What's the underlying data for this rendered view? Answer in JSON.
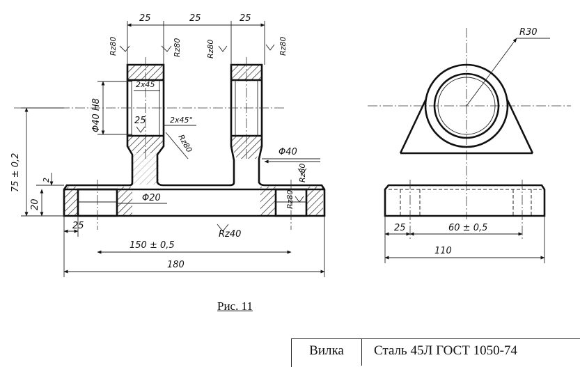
{
  "front_view": {
    "dims_top": [
      "25",
      "25",
      "25"
    ],
    "roughness_top": [
      "Rz80",
      "Rz80",
      "Rz80",
      "Rz80"
    ],
    "bore": "Φ40 H8",
    "chamfer_top": "2x45",
    "chamfer_mid": "2x45°",
    "inner_25": "25",
    "roughness_bore": "Rz80",
    "phi40": "Φ40",
    "roughness_right": "Rz80",
    "roughness_right2": "Rz80",
    "height_total": "75 ± 0,2",
    "height_base": "20",
    "height_step": "2",
    "phi20": "Φ20",
    "roughness_bottom": "Rz40",
    "dim_left_25": "25",
    "dim_150": "150 ± 0,5",
    "dim_180": "180"
  },
  "side_view": {
    "radius": "R30",
    "dim_25": "25",
    "dim_60": "60 ± 0,5",
    "dim_110": "110"
  },
  "caption": "Рис. 11",
  "title_block": {
    "part": "Вилка",
    "material": "Сталь 45Л ГОСТ 1050-74"
  }
}
